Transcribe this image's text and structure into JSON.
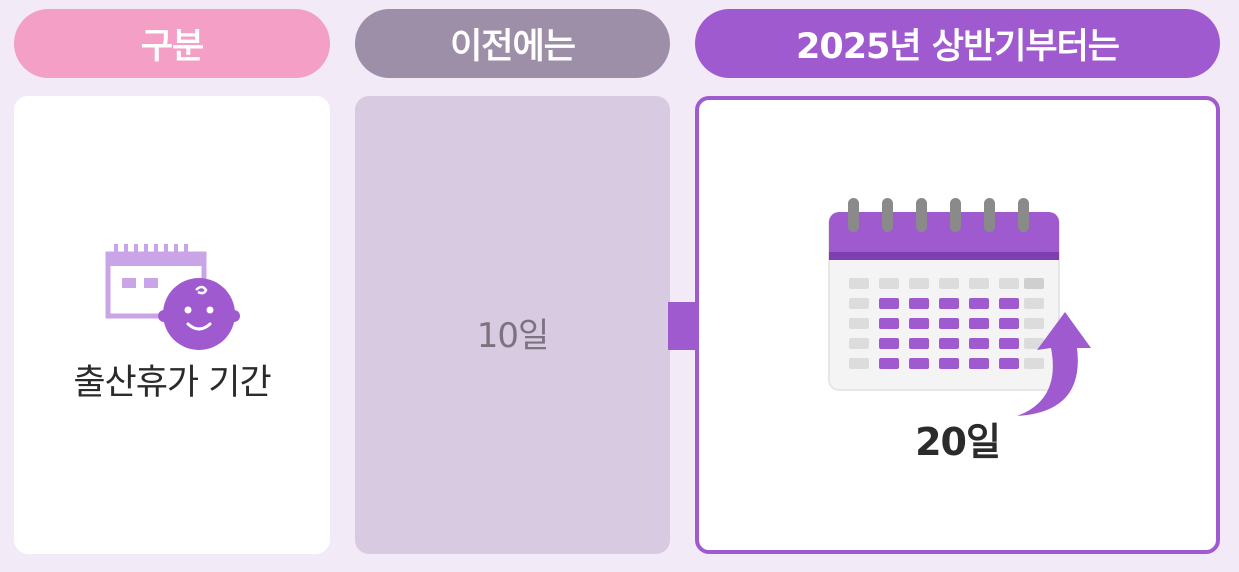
{
  "header": {
    "col1": "구분",
    "col2": "이전에는",
    "col3": "2025년 상반기부터는"
  },
  "row": {
    "label": "출산휴가 기간",
    "before": "10일",
    "after": "20일"
  },
  "icons": {
    "left": "calendar-baby-icon",
    "arrow": "right-arrow-icon",
    "right": "calendar-icon",
    "rise": "curved-up-arrow-icon"
  },
  "colors": {
    "background": "#f3eaf8",
    "pink": "#f49fc6",
    "gray": "#9e8fa8",
    "purple": "#a05ad0",
    "mid_card": "#d8cae1"
  }
}
